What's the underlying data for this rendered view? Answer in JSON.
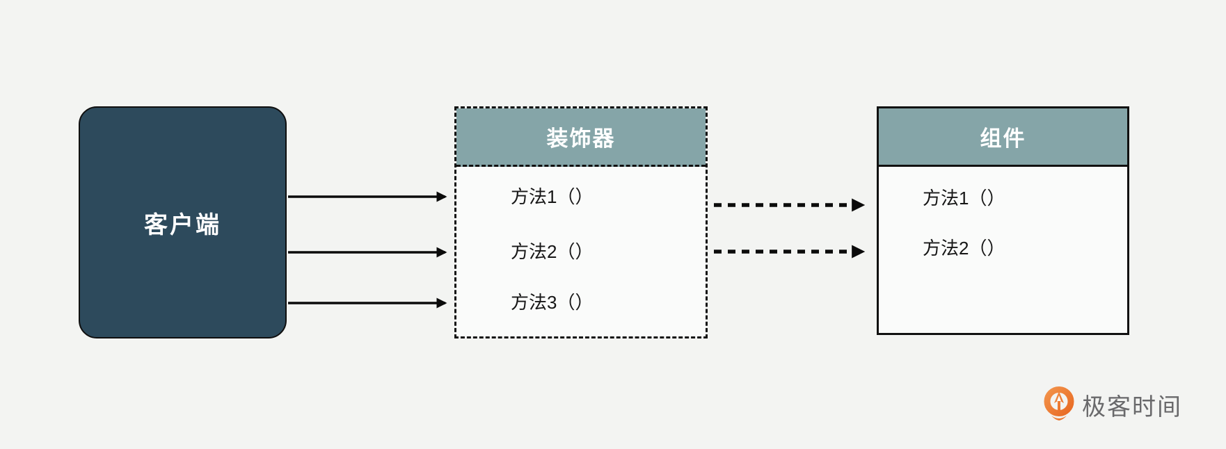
{
  "diagram": {
    "client": {
      "label": "客户端"
    },
    "decorator": {
      "title": "装饰器",
      "methods": [
        "方法1（）",
        "方法2（）",
        "方法3（）"
      ]
    },
    "component": {
      "title": "组件",
      "methods": [
        "方法1（）",
        "方法2（）"
      ]
    },
    "relations": {
      "client_to_decorator": "three solid arrows",
      "decorator_to_component": "two dashed arrows (方法1, 方法2 delegate)"
    }
  },
  "logo": {
    "text": "极客时间"
  },
  "colors": {
    "background": "#f3f4f2",
    "client_fill": "#2d4a5c",
    "header_fill": "#85a5a8",
    "line": "#111111",
    "logo_orange": "#ec7a33",
    "logo_text_gray": "#69696b"
  }
}
